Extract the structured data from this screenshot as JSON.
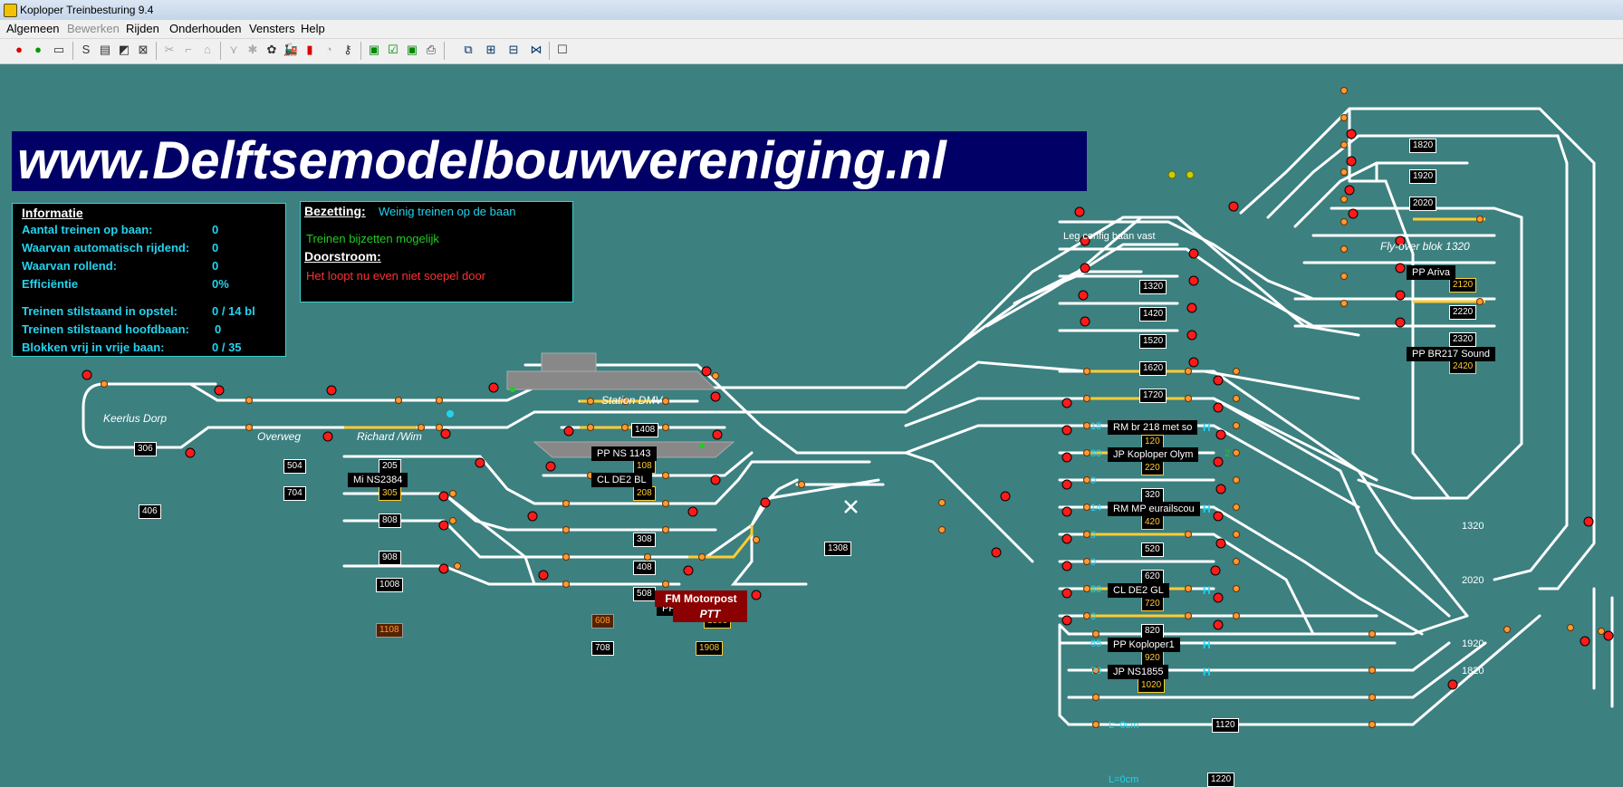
{
  "window": {
    "title": "Koploper Treinbesturing 9.4"
  },
  "menu": {
    "items": [
      "Algemeen",
      "Bewerken",
      "Rijden",
      "Onderhouden",
      "Vensters",
      "Help"
    ]
  },
  "toolbar": {
    "icons": [
      "signal-red-icon",
      "signal-green-icon",
      "display-icon",
      "s-icon",
      "panel-icon",
      "block-icon",
      "cross-icon",
      "scissors-icon",
      "chair-icon",
      "cap-icon",
      "switch-icon",
      "wagon-icon",
      "gear-icon",
      "loco-icon",
      "red-light-icon",
      "clock-icon",
      "plug-icon",
      "doc-green-icon",
      "doc-check-icon",
      "doc-green2-icon",
      "printer-icon",
      "windows-icon",
      "tree-icon",
      "tree2-icon",
      "tree3-icon",
      "square-icon"
    ]
  },
  "banner": {
    "text": "www.Delftsemodelbouwvereniging.nl"
  },
  "info": {
    "header": "Informatie",
    "rows": [
      {
        "label": "Aantal treinen op baan:",
        "value": "0"
      },
      {
        "label": "Waarvan automatisch rijdend:",
        "value": "0"
      },
      {
        "label": "Waarvan rollend:",
        "value": "0"
      },
      {
        "label": "Efficiëntie",
        "value": "0%"
      },
      {
        "label": "Treinen stilstaand in opstel:",
        "value": "0 / 14 bl"
      },
      {
        "label": "Treinen stilstaand hoofdbaan:",
        "value": "0"
      },
      {
        "label": "Blokken vrij in vrije baan:",
        "value": "0 / 35"
      }
    ]
  },
  "status": {
    "bezetting_label": "Bezetting:",
    "bezetting_value": "Weinig treinen op de baan",
    "bijzetten": "Treinen bijzetten mogelijk",
    "doorstroom_label": "Doorstroom:",
    "doorstroom_value": "Het loopt nu even niet soepel door"
  },
  "labels": {
    "keerlus": "Keerlus Dorp",
    "overweg": "Overweg",
    "richard": "Richard /Wim",
    "station": "Station DMV",
    "flyover": "Fly-over blok 1320",
    "legconfig": "Leg config baan vast",
    "l1": "L=0cm",
    "l2": "L=0cm",
    "t1320": "1320",
    "t2020": "2020",
    "t1920": "1920",
    "t1820": "1820"
  },
  "blocks": {
    "b306": "306",
    "b406": "406",
    "b504": "504",
    "b704": "704",
    "b205": "205",
    "b305": "305",
    "b808": "808",
    "b908": "908",
    "b1008": "1008",
    "b1108": "1108",
    "b1408": "1408",
    "b108": "108",
    "b208": "208",
    "b308": "308",
    "b408": "408",
    "b508": "508",
    "b608": "608",
    "b708": "708",
    "b1808": "1808",
    "b1908": "1908",
    "b1308": "1308",
    "b1320": "1320",
    "b1420": "1420",
    "b1520": "1520",
    "b1620": "1620",
    "b1720": "1720",
    "b120": "120",
    "b220": "220",
    "b320": "320",
    "b420": "420",
    "b520": "520",
    "b620": "620",
    "b720": "720",
    "b820": "820",
    "b920": "920",
    "b1020": "1020",
    "b1820": "1820",
    "b1920": "1920",
    "b2020": "2020",
    "b2120": "2120",
    "b2220": "2220",
    "b2320": "2320",
    "b2420": "2420",
    "b1120": "1120",
    "b1220": "1220"
  },
  "trains": {
    "ns2384": "Mi NS2384",
    "ns1143": "PP NS 1143",
    "clde2bl": "CL DE2 BL",
    "pp1302": "PP 1302 Tur",
    "br218": "RM br 218 met so",
    "koploper_olym": "JP Koploper Olym",
    "eurailscou": "RM MP eurailscou",
    "clde2gl": "CL DE2 GL",
    "ppkoploper1": "PP Koploper1",
    "jpns1855": "JP NS1855",
    "ppariva": "PP Ariva",
    "br217": "PP BR217 Sound"
  },
  "speeds": {
    "s1": "15",
    "s2": "80",
    "s3": "0",
    "s4": "14",
    "s5": "0",
    "s6": "0",
    "s7": "80",
    "s8": "0",
    "s9": "65",
    "s10": "70",
    "s11": "2"
  },
  "hmarks": {
    "h1": "H",
    "h2": "H",
    "h3": "H",
    "h4": "H",
    "h5": "H"
  },
  "motorpost": {
    "label": "FM Motorpost",
    "sub": "PTT"
  },
  "colors": {
    "background": "#3c8080",
    "track": "#ffffff",
    "occupied": "#ffcc33",
    "signal_red": "#ff2020",
    "text_cyan": "#22d3ee",
    "text_green": "#22cc22",
    "text_red": "#ff3030"
  }
}
